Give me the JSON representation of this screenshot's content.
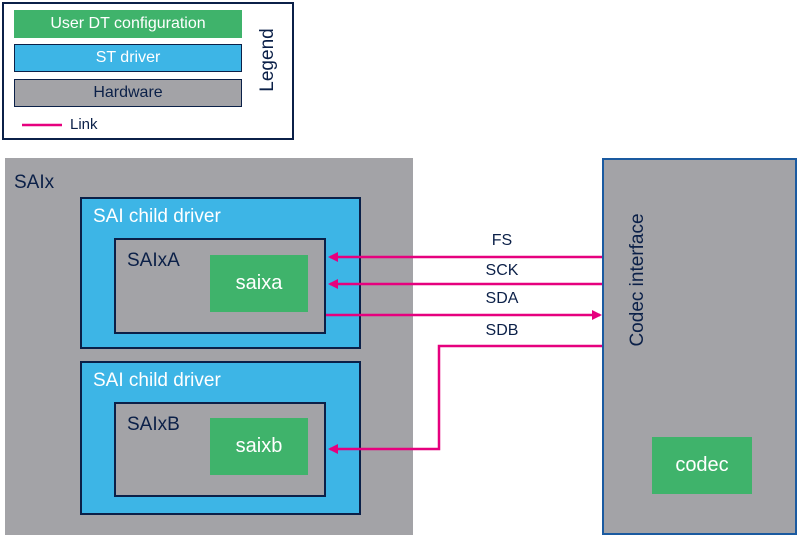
{
  "legend": {
    "title": "Legend",
    "items": {
      "user_dt": "User DT configuration",
      "st_driver": "ST driver",
      "hardware": "Hardware",
      "link": "Link"
    }
  },
  "saix": {
    "label": "SAIx",
    "child_a": {
      "label": "SAI child driver",
      "sub_label": "SAIxA",
      "config": "saixa"
    },
    "child_b": {
      "label": "SAI child driver",
      "sub_label": "SAIxB",
      "config": "saixb"
    }
  },
  "codec_interface": {
    "label": "Codec interface",
    "config": "codec"
  },
  "signals": {
    "fs": "FS",
    "sck": "SCK",
    "sda": "SDA",
    "sdb": "SDB"
  },
  "colors": {
    "user_dt": "#3fb36b",
    "st_driver": "#3db5e6",
    "hardware": "#a3a3a7",
    "link": "#e6007e",
    "outline": "#0b2048"
  }
}
